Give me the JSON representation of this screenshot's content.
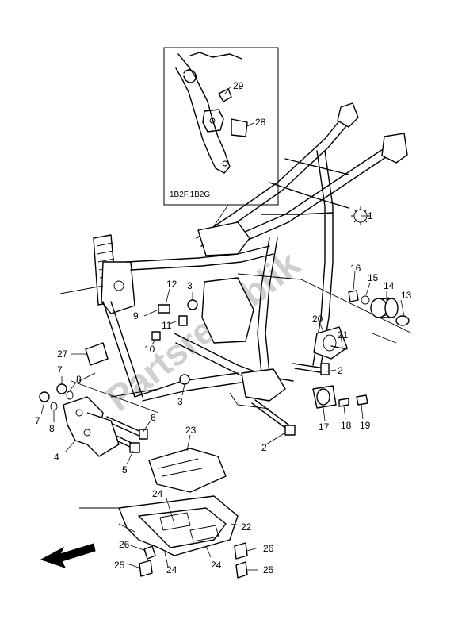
{
  "diagram": {
    "inset_label": "1B2F,1B2G",
    "watermark_text": "Partsrepublik",
    "direction_arrow": "arrow-icon",
    "callouts": [
      "1",
      "2",
      "2",
      "3",
      "3",
      "4",
      "5",
      "6",
      "7",
      "7",
      "8",
      "8",
      "9",
      "10",
      "11",
      "12",
      "13",
      "14",
      "15",
      "16",
      "17",
      "18",
      "19",
      "20",
      "21",
      "22",
      "23",
      "24",
      "24",
      "24",
      "25",
      "25",
      "26",
      "26",
      "27",
      "28",
      "29"
    ]
  }
}
